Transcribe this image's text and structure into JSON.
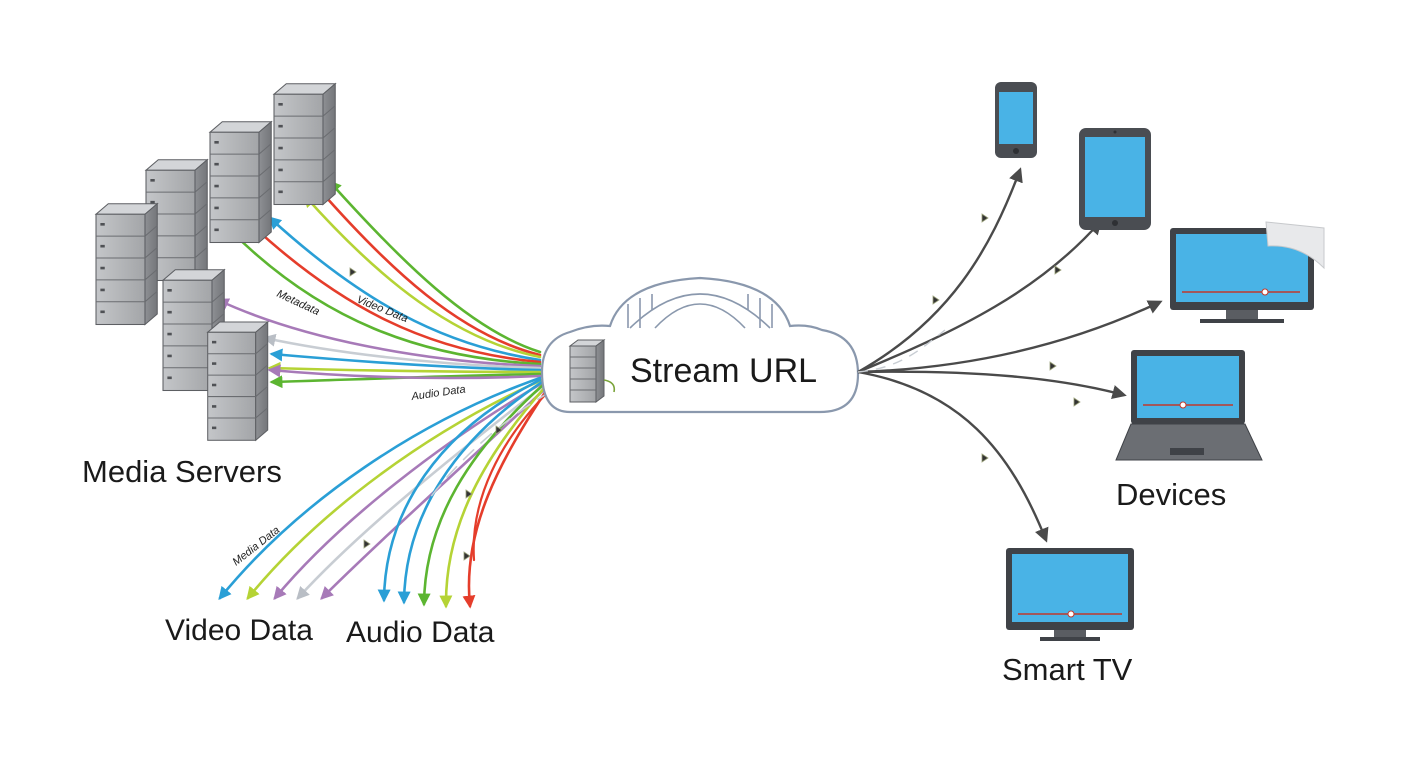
{
  "labels": {
    "media_servers": "Media Servers",
    "stream_url": "Stream URL",
    "devices": "Devices",
    "smart_tv": "Smart TV",
    "video_data": "Video Data",
    "audio_data": "Audio Data"
  },
  "flow_labels": {
    "video_data_small": "Video Data",
    "audio_data_small": "Audio Data",
    "media_data_small": "Media Data",
    "metadata_small": "Metadata"
  },
  "colors": {
    "flow_green": "#5cb531",
    "flow_red": "#e53d2b",
    "flow_blue": "#2a9fd6",
    "flow_lime": "#b5d335",
    "flow_purple": "#a77ab8",
    "flow_gray": "#c8cdd3",
    "screen_blue": "#49b3e6",
    "device_frame": "#4a4d52",
    "server_gray": "#a9abae",
    "cloud_stroke": "#8a98ad",
    "arrow_dark": "#4a4a4a"
  },
  "icons": {
    "servers": "server-rack-icon",
    "cloud": "cloud-icon",
    "phone": "smartphone-icon",
    "tablet": "tablet-icon",
    "monitor": "desktop-monitor-icon",
    "laptop": "laptop-icon",
    "tv": "smart-tv-icon"
  }
}
